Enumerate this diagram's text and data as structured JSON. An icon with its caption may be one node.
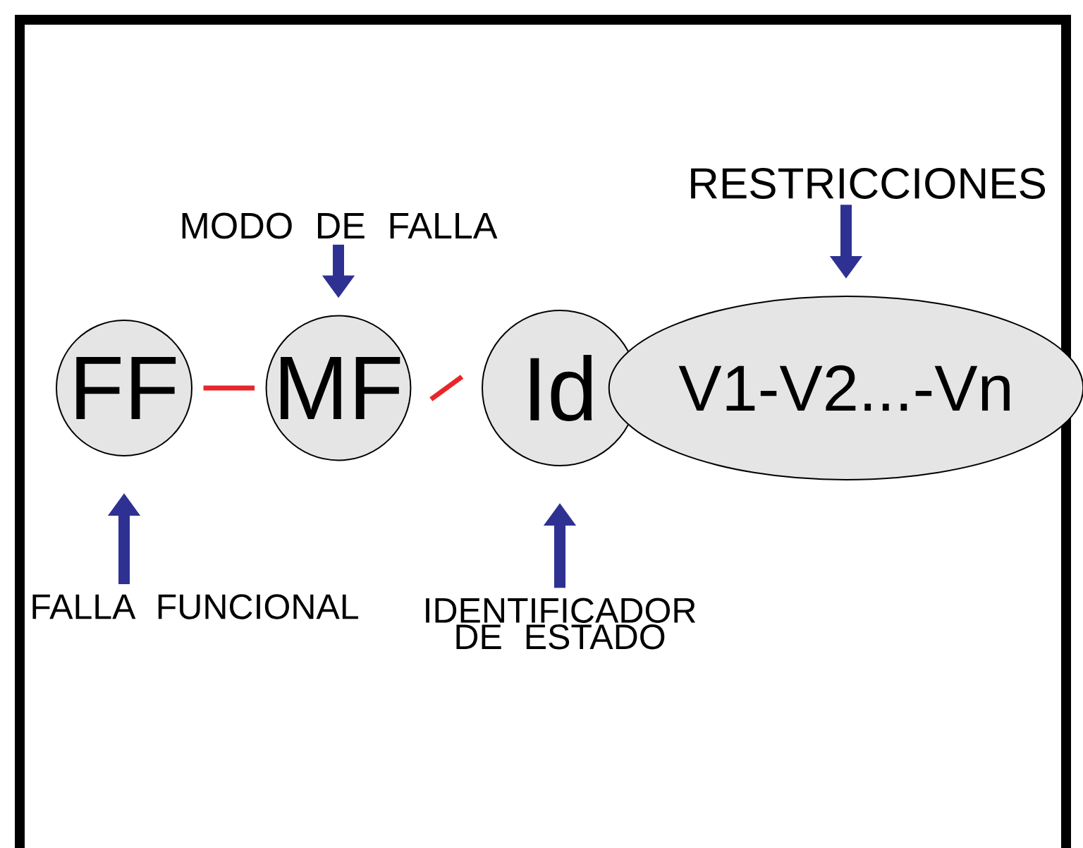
{
  "diagram": {
    "nodes": [
      {
        "text": [
          "FF"
        ]
      },
      {
        "text": [
          "MF"
        ]
      },
      {
        "text": [
          "Id"
        ]
      },
      {
        "text": [
          "V1-V2...-Vn"
        ]
      },
      {
        "text": [
          "MODO DE FALLA"
        ]
      },
      {
        "text": [
          "RESTRICCIONES"
        ]
      },
      {
        "text": [
          "FALLA FUNCIONAL"
        ]
      },
      {
        "text": [
          "IDENTIFICADOR DE ESTADO"
        ]
      }
    ],
    "edges": [
      {
        "from": 0,
        "to": 1,
        "arrow": "none",
        "color": "#e8262a"
      },
      {
        "from": 1,
        "to": 2,
        "arrow": "none",
        "color": "#e8262a"
      },
      {
        "from": 4,
        "to": 1,
        "arrow": "to"
      },
      {
        "from": 5,
        "to": 3,
        "arrow": "to"
      },
      {
        "from": 6,
        "to": 0,
        "arrow": "to"
      },
      {
        "from": 7,
        "to": 2,
        "arrow": "to"
      }
    ]
  }
}
